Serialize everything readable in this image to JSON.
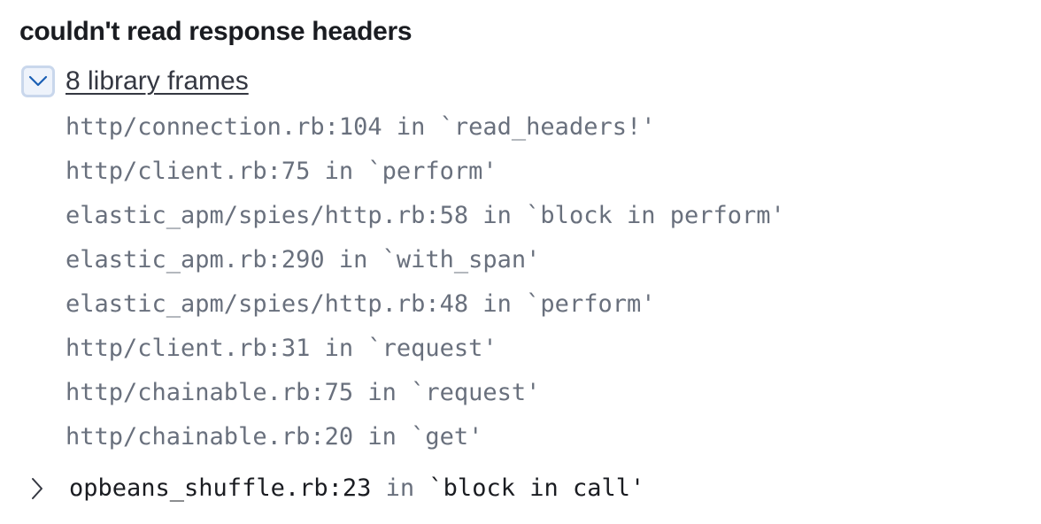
{
  "error": {
    "title": "couldn't read response headers"
  },
  "library_frames": {
    "toggle_label": "8 library frames",
    "expanded": true,
    "toggle_icon": "chevron-down-icon",
    "frames": [
      "http/connection.rb:104 in `read_headers!'",
      "http/client.rb:75 in `perform'",
      "elastic_apm/spies/http.rb:58 in `block in perform'",
      "elastic_apm.rb:290 in `with_span'",
      "elastic_apm/spies/http.rb:48 in `perform'",
      "http/client.rb:31 in `request'",
      "http/chainable.rb:75 in `request'",
      "http/chainable.rb:20 in `get'"
    ]
  },
  "app_frame": {
    "icon": "chevron-right-icon",
    "filename": "opbeans_shuffle.rb:23",
    "in_word": "in",
    "function": "`block in call'"
  },
  "colors": {
    "title": "#1a1c21",
    "library_frame_text": "#69707d",
    "toggle_border": "#c9d7ec",
    "toggle_background": "#eef3fb",
    "chevron": "#1a5fb4"
  }
}
